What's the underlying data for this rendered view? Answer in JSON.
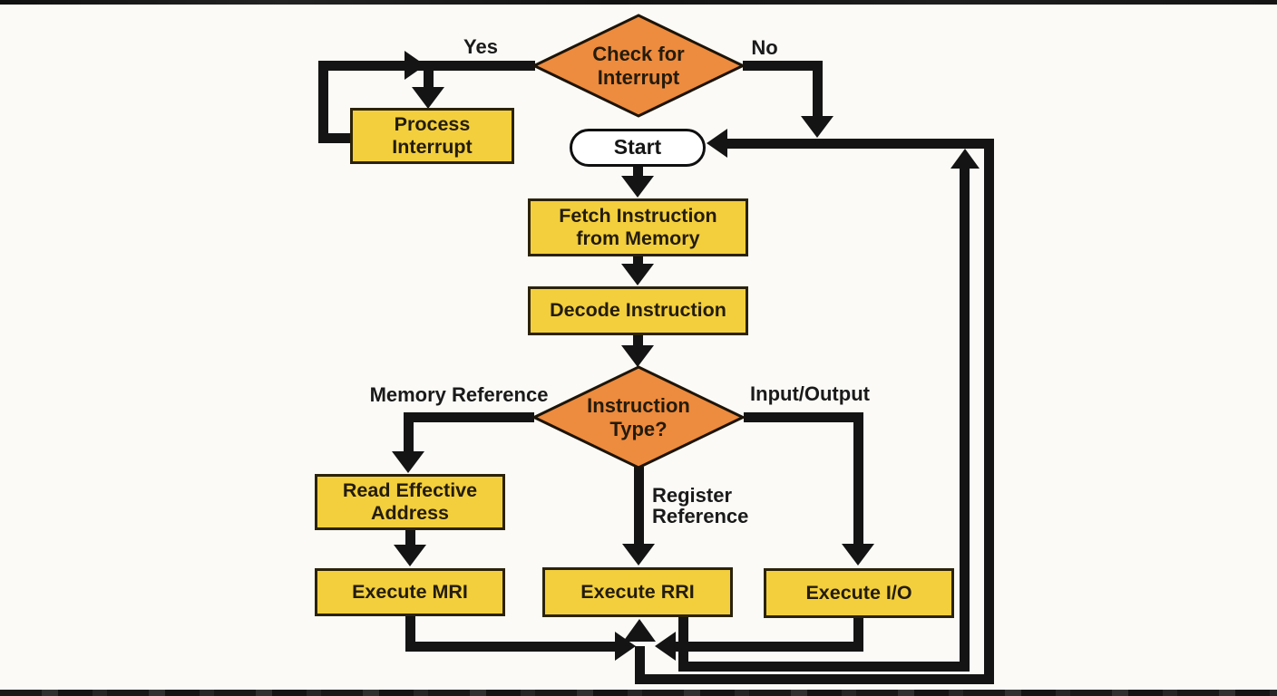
{
  "colors": {
    "orange": "#ed8b3e",
    "yellow": "#f3cf3d",
    "line": "#141414",
    "background": "#fbfaf6",
    "oval_fill": "#ffffff"
  },
  "nodes": {
    "check_interrupt": "Check for\nInterrupt",
    "process_interrupt": "Process\nInterrupt",
    "start": "Start",
    "fetch": "Fetch Instruction\nfrom Memory",
    "decode": "Decode Instruction",
    "instruction_type": "Instruction\nType?",
    "read_effective_address": "Read Effective\nAddress",
    "execute_mri": "Execute MRI",
    "execute_rri": "Execute RRI",
    "execute_io": "Execute I/O"
  },
  "edge_labels": {
    "yes": "Yes",
    "no": "No",
    "memory_reference": "Memory Reference",
    "register_reference": "Register\nReference",
    "input_output": "Input/Output"
  },
  "edges": [
    {
      "from": "check_interrupt",
      "to": "process_interrupt",
      "label": "Yes"
    },
    {
      "from": "check_interrupt",
      "to": "start",
      "label": "No"
    },
    {
      "from": "process_interrupt",
      "to": "yes_junction",
      "label": ""
    },
    {
      "from": "start",
      "to": "fetch",
      "label": ""
    },
    {
      "from": "fetch",
      "to": "decode",
      "label": ""
    },
    {
      "from": "decode",
      "to": "instruction_type",
      "label": ""
    },
    {
      "from": "instruction_type",
      "to": "read_effective_address",
      "label": "Memory Reference"
    },
    {
      "from": "instruction_type",
      "to": "execute_rri",
      "label": "Register Reference"
    },
    {
      "from": "instruction_type",
      "to": "execute_io",
      "label": "Input/Output"
    },
    {
      "from": "read_effective_address",
      "to": "execute_mri",
      "label": ""
    },
    {
      "from": "execute_mri",
      "to": "bottom_junction",
      "label": ""
    },
    {
      "from": "execute_io",
      "to": "bottom_junction",
      "label": ""
    },
    {
      "from": "bottom_junction",
      "to": "start",
      "label": ""
    },
    {
      "from": "execute_rri",
      "to": "start_return_line",
      "label": ""
    }
  ]
}
